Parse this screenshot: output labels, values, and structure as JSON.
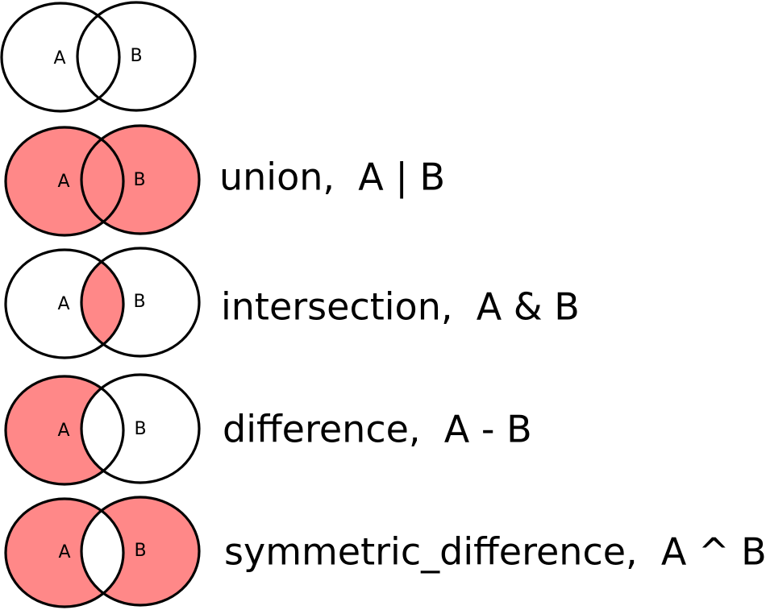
{
  "fill_color": "#ff8888",
  "stroke_color": "#000000",
  "rows": [
    {
      "set_a": "A",
      "set_b": "B",
      "fill": "none",
      "label": ""
    },
    {
      "set_a": "A",
      "set_b": "B",
      "fill": "union",
      "label": "union,  A | B"
    },
    {
      "set_a": "A",
      "set_b": "B",
      "fill": "intersection",
      "label": "intersection,  A & B"
    },
    {
      "set_a": "A",
      "set_b": "B",
      "fill": "difference",
      "label": "difference,  A - B"
    },
    {
      "set_a": "A",
      "set_b": "B",
      "fill": "symmetric_difference",
      "label": "symmetric_difference,  A ^ B"
    }
  ]
}
